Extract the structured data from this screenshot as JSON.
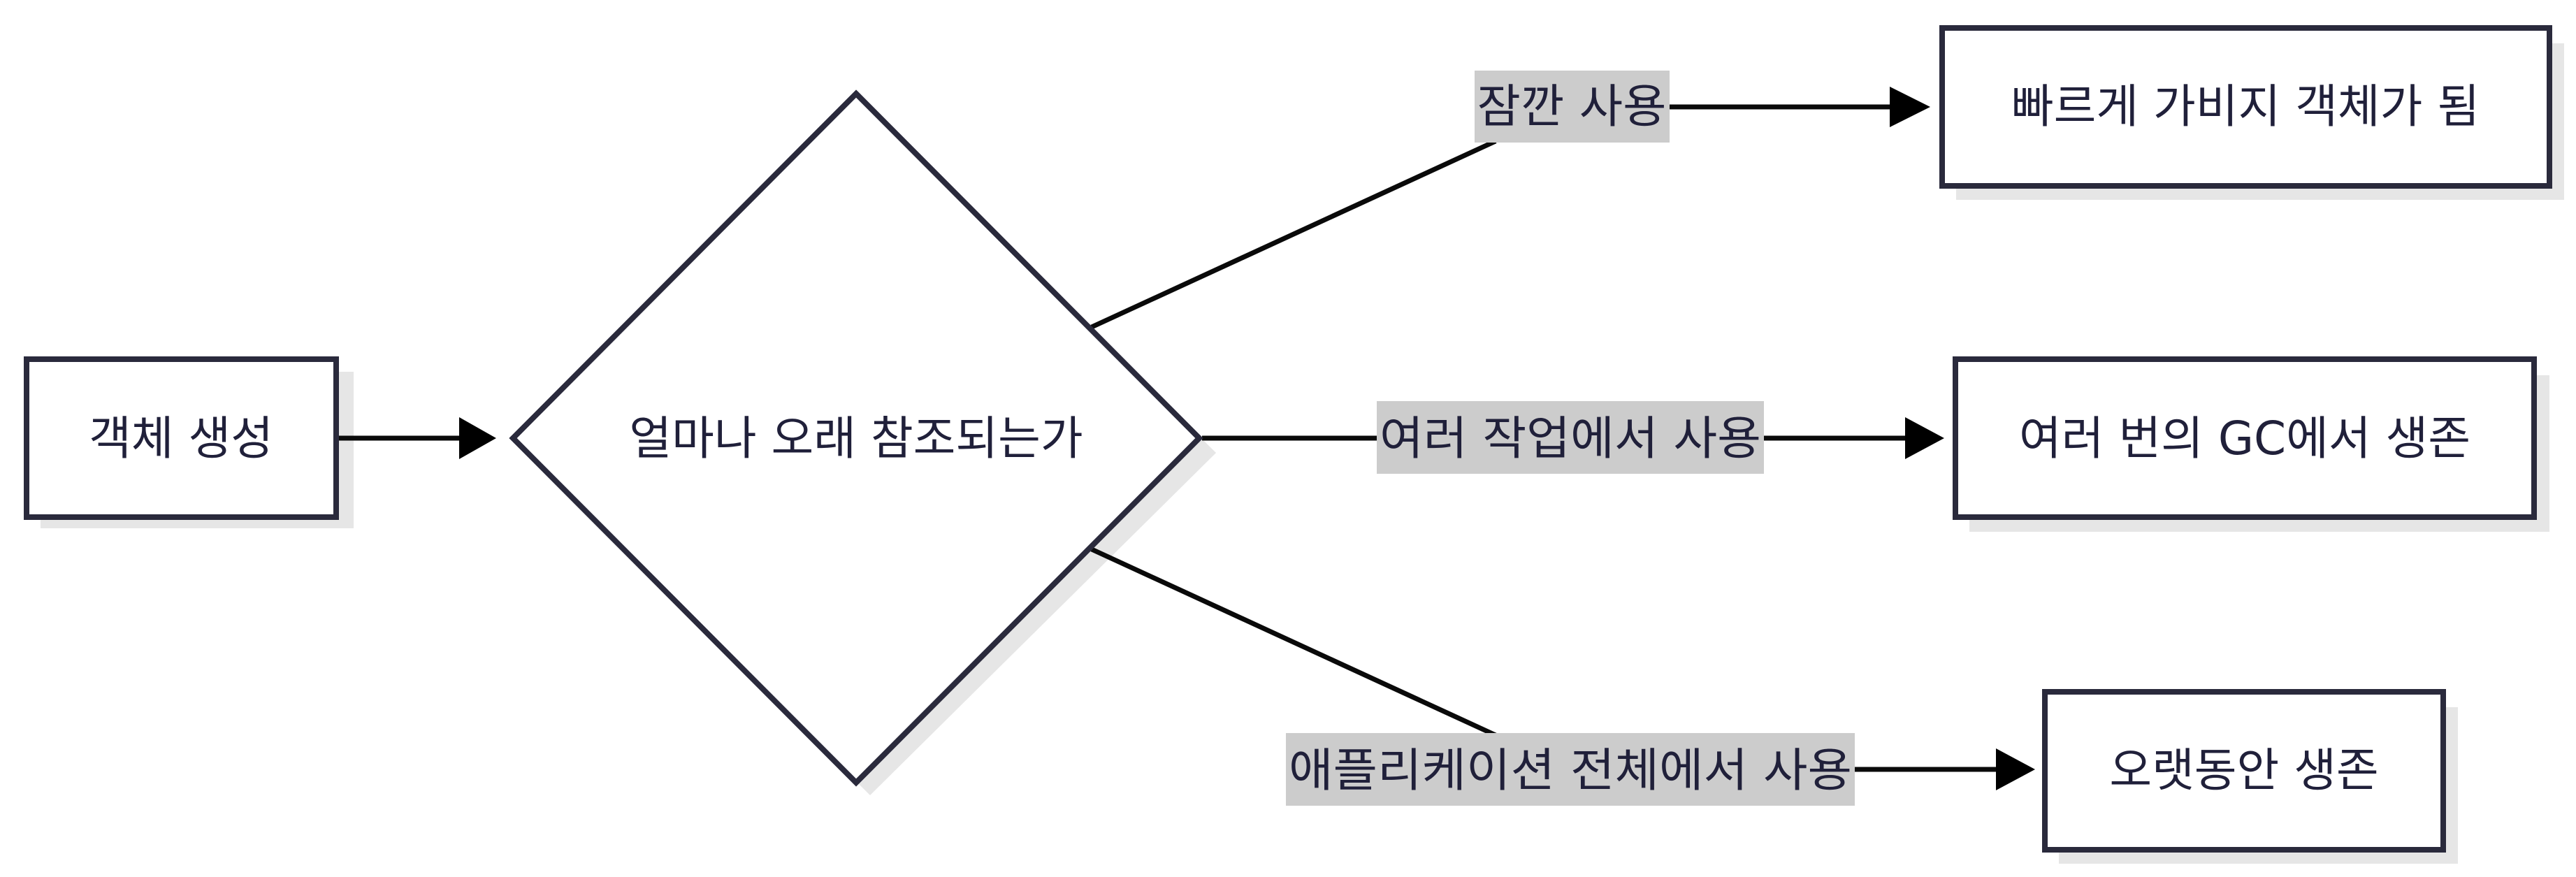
{
  "nodes": {
    "start": "객체 생성",
    "decision": "얼마나 오래 참조되는가",
    "short": "빠르게 가비지 객체가 됨",
    "medium": "여러 번의 GC에서 생존",
    "long": "오랫동안 생존"
  },
  "edges": {
    "short_label": "잠깐 사용",
    "medium_label": "여러 작업에서 사용",
    "long_label": "애플리케이션 전체에서 사용"
  },
  "colors": {
    "stroke": "#2a2a3c",
    "text": "#20203a",
    "label_background": "#cccccc",
    "shadow": "#e6e6e6"
  }
}
